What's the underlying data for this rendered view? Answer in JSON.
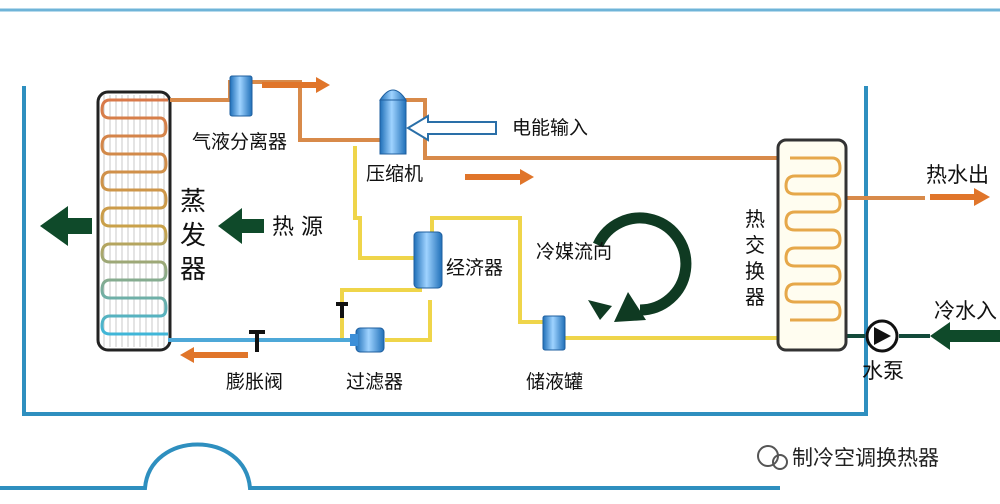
{
  "labels": {
    "gas_liquid_separator": "气液分离器",
    "compressor": "压缩机",
    "power_input": "电能输入",
    "evaporator": [
      "蒸",
      "发",
      "器"
    ],
    "heat_source": "热 源",
    "economizer": "经济器",
    "refrigerant_flow": "冷媒流向",
    "heat_exchanger": [
      "热",
      "交",
      "换",
      "器"
    ],
    "hot_water_out": "热水出",
    "cold_water_in": "冷水入",
    "water_pump": "水泵",
    "expansion_valve": "膨胀阀",
    "filter": "过滤器",
    "receiver": "储液罐",
    "watermark": "制冷空调换热器"
  },
  "colors": {
    "frame": "#2e8fbf",
    "hot_pipe": "#d88a4a",
    "liquid_pipe": "#efd54a",
    "cold_pipe": "#4ea8d8",
    "arrow_orange": "#e0752a",
    "arrow_dark": "#0f4a2a",
    "component_blue": "#3d8fd8"
  }
}
